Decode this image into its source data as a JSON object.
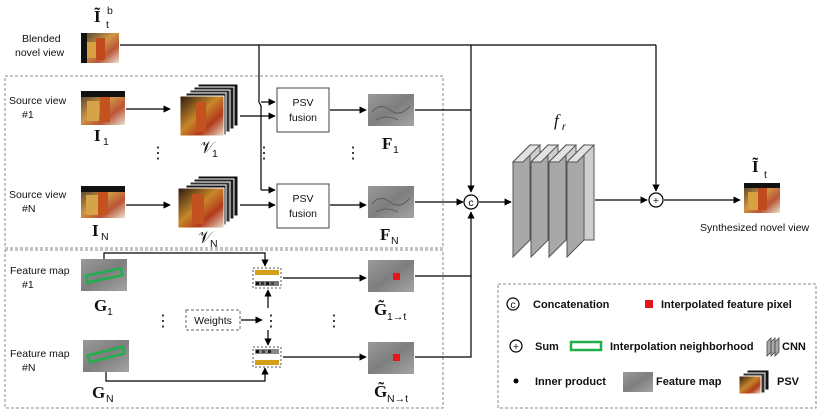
{
  "inputs": {
    "blended_label_1": "Blended",
    "blended_label_2": "novel view",
    "blended_symbol": "Ĩ",
    "blended_sub": "t",
    "blended_sup": "b"
  },
  "source": {
    "view1_label_1": "Source view",
    "view1_label_2": "#1",
    "viewN_label_1": "Source view",
    "viewN_label_2": "#N",
    "img1_symbol": "I",
    "img1_sub": "1",
    "imgN_symbol": "I",
    "imgN_sub": "N",
    "psv1_symbol": "𝒱",
    "psv1_sub": "1",
    "psvN_symbol": "𝒱",
    "psvN_sub": "N",
    "fusion1_line1": "PSV",
    "fusion1_line2": "fusion",
    "fusionN_line1": "PSV",
    "fusionN_line2": "fusion",
    "f1_symbol": "F",
    "f1_sub": "1",
    "fN_symbol": "F",
    "fN_sub": "N",
    "ellipsis": "⋮"
  },
  "feature": {
    "map1_label_1": "Feature map",
    "map1_label_2": "#1",
    "mapN_label_1": "Feature map",
    "mapN_label_2": "#N",
    "g1_symbol": "G",
    "g1_sub": "1",
    "gN_symbol": "G",
    "gN_sub": "N",
    "weights_label": "Weights",
    "gt1_symbol": "G̃",
    "gt1_sub": "1→t",
    "gtN_symbol": "G̃",
    "gtN_sub": "N→t"
  },
  "network": {
    "fr_symbol": "f",
    "fr_sub": "r",
    "concat_symbol": "c",
    "sum_symbol": "+"
  },
  "output": {
    "symbol": "Ĩ",
    "sub": "t",
    "label": "Synthesized novel view"
  },
  "legend": {
    "concat": "Concatenation",
    "interp_pixel": "Interpolated feature pixel",
    "sum": "Sum",
    "interp_neigh": "Interpolation neighborhood",
    "cnn": "CNN",
    "inner": "Inner product",
    "feature_map": "Feature map",
    "psv": "PSV"
  },
  "colors": {
    "interp_pixel": "#e8141b",
    "interp_neighborhood": "#20b04b",
    "weights_bar": "#d4a017",
    "cnn_fill": "#a8a8a8",
    "feature_map": "#8c8c8c"
  }
}
